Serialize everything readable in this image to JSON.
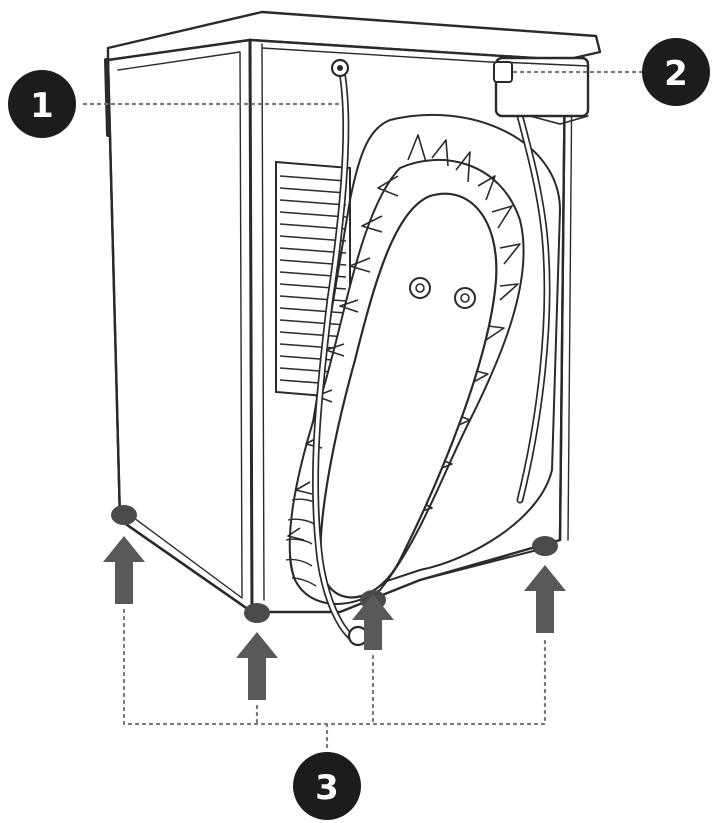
{
  "callouts": [
    {
      "number": "1"
    },
    {
      "number": "2"
    },
    {
      "number": "3"
    }
  ],
  "colors": {
    "badge": "#1c1c1c",
    "line": "#2a2a2a",
    "arrow": "#595959",
    "foot": "#4a4a4a",
    "leader": "#777777"
  },
  "icons": {
    "arrows": "arrow-up-icon"
  }
}
